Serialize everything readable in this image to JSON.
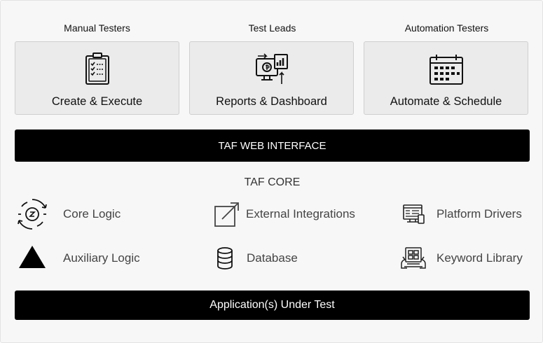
{
  "roles": [
    {
      "role": "Manual Testers",
      "action": "Create & Execute",
      "icon": "clipboard-checklist-icon"
    },
    {
      "role": "Test Leads",
      "action": "Reports & Dashboard",
      "icon": "reports-monitor-icon"
    },
    {
      "role": "Automation Testers",
      "action": "Automate & Schedule",
      "icon": "calendar-schedule-icon"
    }
  ],
  "web_interface": {
    "label": "TAF WEB INTERFACE"
  },
  "core": {
    "title": "TAF CORE",
    "modules": [
      {
        "label": "Core Logic",
        "icon": "core-logic-icon"
      },
      {
        "label": "External Integrations",
        "icon": "external-link-icon"
      },
      {
        "label": "Platform Drivers",
        "icon": "platform-drivers-icon"
      },
      {
        "label": "Auxiliary Logic",
        "icon": "triangle-icon"
      },
      {
        "label": "Database",
        "icon": "database-icon"
      },
      {
        "label": "Keyword Library",
        "icon": "keyword-library-icon"
      }
    ]
  },
  "aut": {
    "label": "Application(s) Under Test"
  }
}
